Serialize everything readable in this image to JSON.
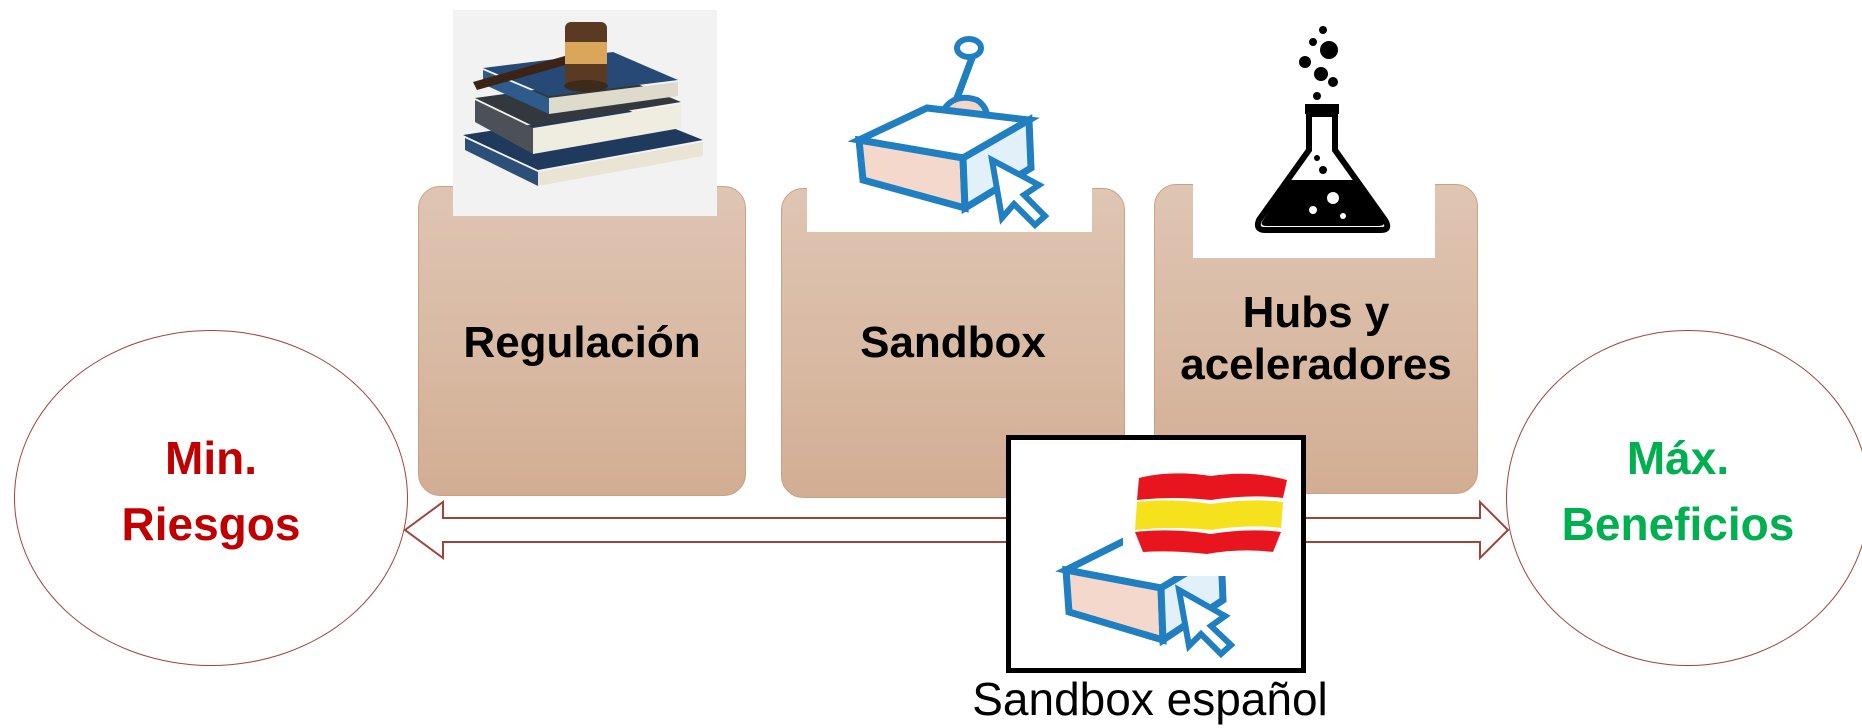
{
  "diagram": {
    "boxes": [
      {
        "label": "Regulación",
        "icon": "gavel-books-icon"
      },
      {
        "label": "Sandbox",
        "icon": "sandbox-icon"
      },
      {
        "label": "Hubs y aceleradores",
        "icon": "flask-icon"
      }
    ],
    "left_circle": {
      "line1": "Min.",
      "line2": "Riesgos",
      "color": "#c00000"
    },
    "right_circle": {
      "line1": "Máx.",
      "line2": "Beneficios",
      "color": "#00b050"
    },
    "spanish_sandbox": {
      "caption": "Sandbox español",
      "icon": "spanish-flag-sandbox-icon"
    },
    "colors": {
      "box_fill": "#d8b8a1",
      "arrow_stroke": "#a0443a"
    }
  }
}
